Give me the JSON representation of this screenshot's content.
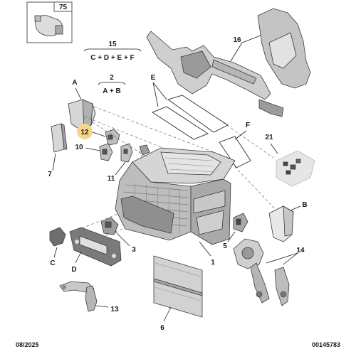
{
  "labels": {
    "c75": "75",
    "c15": "15",
    "f15": "C + D + E + F",
    "c2": "2",
    "f2": "A + B",
    "c16": "16",
    "cE": "E",
    "cA": "A",
    "c12": "12",
    "c10": "10",
    "c7": "7",
    "c11": "11",
    "cF": "F",
    "c21": "21",
    "cB": "B",
    "c5": "5",
    "c3": "3",
    "c1": "1",
    "c14": "14",
    "cC": "C",
    "cD": "D",
    "c13": "13",
    "c6": "6"
  },
  "footer": {
    "date": "08/2025",
    "ref": "00145783"
  },
  "colors": {
    "highlight": "#f5d68a",
    "part_light": "#e6e6e6",
    "part_mid": "#c9c9c9",
    "part_dark": "#8a8a8a"
  }
}
